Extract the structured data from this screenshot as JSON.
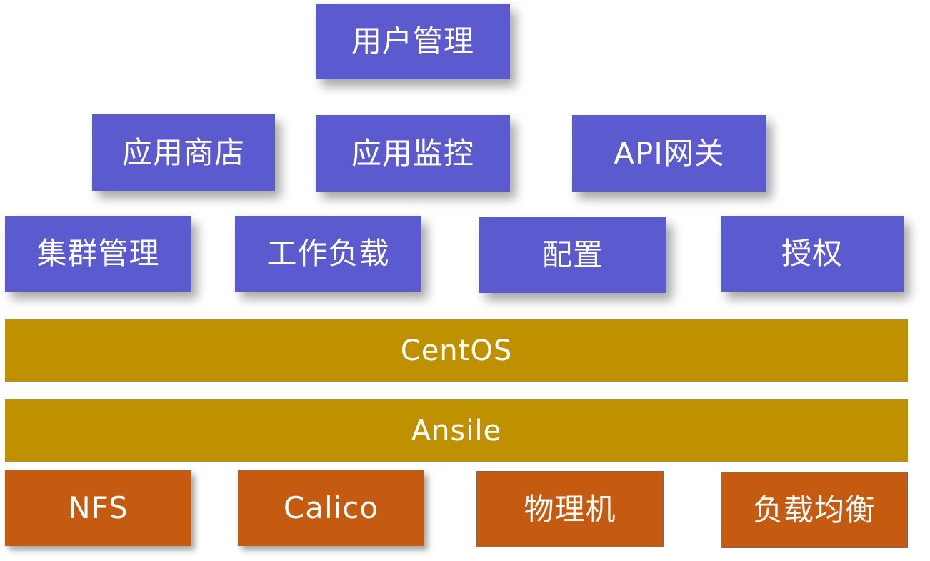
{
  "layers": {
    "top": [
      {
        "id": "user_mgmt",
        "label": "用户管理"
      }
    ],
    "apps": [
      {
        "id": "app_store",
        "label": "应用商店"
      },
      {
        "id": "app_monitor",
        "label": "应用监控"
      },
      {
        "id": "api_gateway",
        "label": "API网关"
      }
    ],
    "k8s": [
      {
        "id": "cluster_mgmt",
        "label": "集群管理"
      },
      {
        "id": "workload",
        "label": "工作负载"
      },
      {
        "id": "config",
        "label": "配置"
      },
      {
        "id": "authz",
        "label": "授权"
      }
    ],
    "base": [
      {
        "id": "centos",
        "label": "CentOS"
      },
      {
        "id": "ansile",
        "label": "Ansile"
      }
    ],
    "infra": [
      {
        "id": "nfs",
        "label": "NFS"
      },
      {
        "id": "calico",
        "label": "Calico"
      },
      {
        "id": "physical",
        "label": "物理机"
      },
      {
        "id": "lb",
        "label": "负载均衡"
      }
    ]
  },
  "colors": {
    "service_block": "#5b5bcf",
    "platform_bar": "#bf9000",
    "infra_block": "#c55a11",
    "text": "#ffffff"
  }
}
